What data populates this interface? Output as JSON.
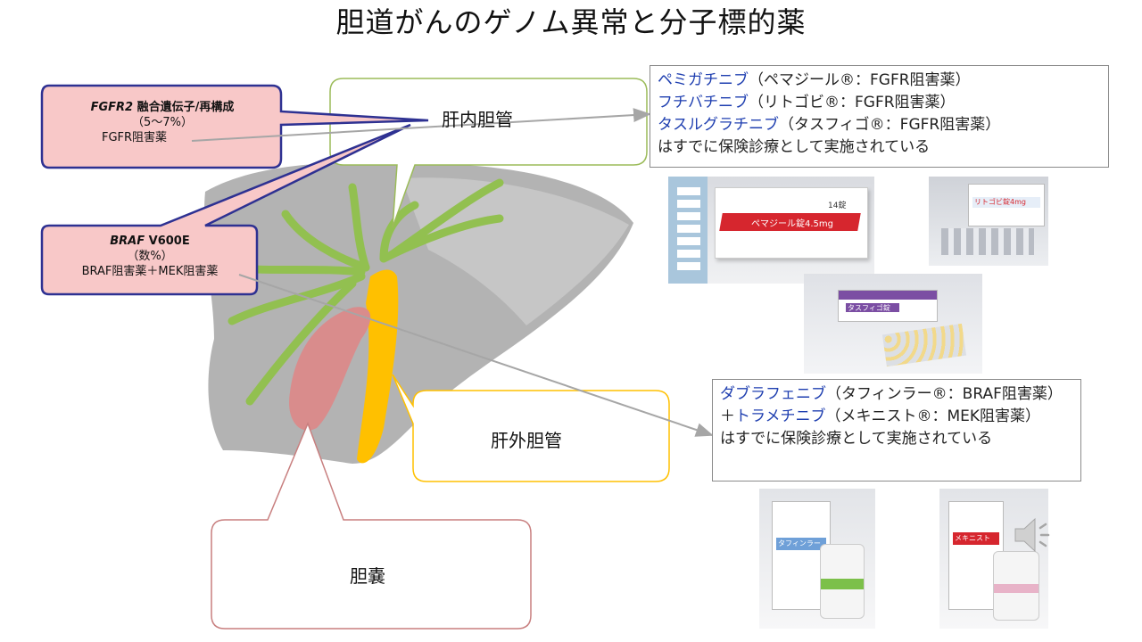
{
  "title": "胆道がんのゲノム異常と分子標的薬",
  "regions": {
    "intrahepatic": "肝内胆管",
    "extrahepatic": "肝外胆管",
    "gallbladder": "胆嚢"
  },
  "callouts": {
    "fgfr2": {
      "gene": "FGFR2",
      "alteration": " 融合遺伝子/再構成",
      "freq": "（5～7%）",
      "treatment": "FGFR阻害薬"
    },
    "braf": {
      "gene": "BRAF",
      "alteration": " V600E",
      "freq": "（数%）",
      "treatment": "BRAF阻害薬＋MEK阻害薬"
    }
  },
  "fgfr_box": {
    "lines": [
      {
        "drug": "ペミガチニブ",
        "detail": "（ペマジール®：FGFR阻害薬）"
      },
      {
        "drug": "フチバチニブ",
        "detail": "（リトゴビ®：FGFR阻害薬）"
      },
      {
        "drug": "タスルグラチニブ",
        "detail": "（タスフィゴ®：FGFR阻害薬）"
      }
    ],
    "note": "はすでに保険診療として実施されている"
  },
  "braf_box": {
    "drug1": "ダブラフェニブ",
    "detail1": "（タフィンラー®：BRAF阻害薬）＋",
    "drug2": "トラメチニブ",
    "detail2": "（メキニスト®：MEK阻害薬）",
    "note": "はすでに保険診療として実施されている"
  },
  "photos": {
    "pemazyre_box": "ペマジール錠4.5mg",
    "pemazyre_count": "14錠",
    "lytgobi_box": "リトゴビ錠4mg",
    "tasfygo_box": "タスフィゴ錠",
    "tafinlar_box": "タフィンラー",
    "mekinist_box": "メキニスト"
  },
  "colors": {
    "liver_gray": "#a6a6a6",
    "duct_green": "#92c050",
    "duct_yellow": "#ffc000",
    "gallbladder_pink": "#d98c8c",
    "callout_fill": "#f8c8c8",
    "callout_border": "#2e3192",
    "drug_blue": "#1f3fb0"
  },
  "icons": {
    "speaker": "speaker-icon"
  }
}
